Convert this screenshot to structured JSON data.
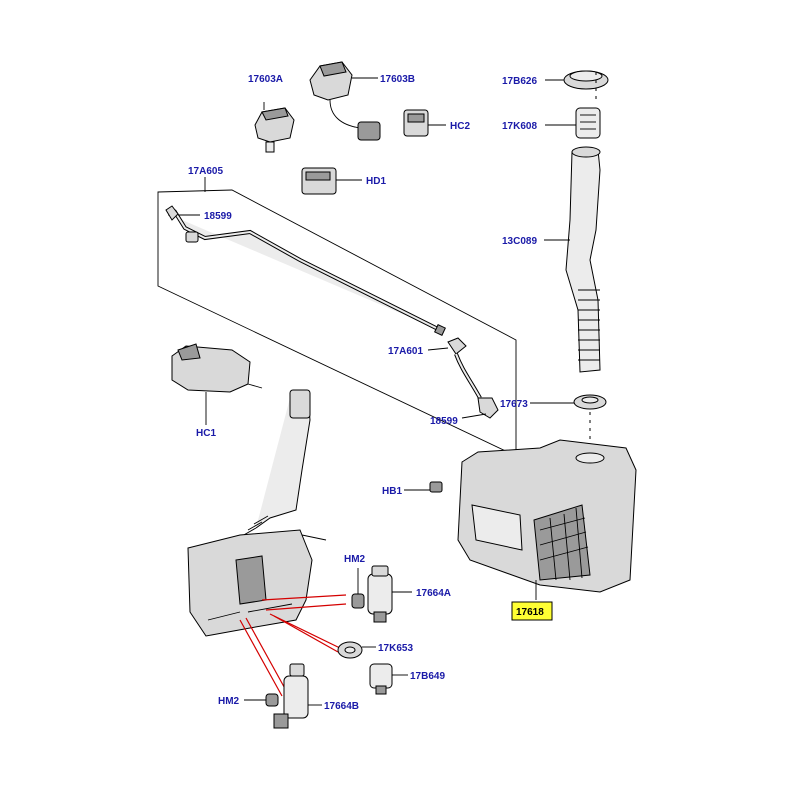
{
  "diagram": {
    "highlight_color": "#ffff33",
    "label_color": "#1a1aa8",
    "connector_color": "#d40000",
    "labels": {
      "l_17603A": "17603A",
      "l_17603B": "17603B",
      "l_HC2": "HC2",
      "l_HD1": "HD1",
      "l_17A605": "17A605",
      "l_18599a": "18599",
      "l_17A601": "17A601",
      "l_18599b": "18599",
      "l_HC1": "HC1",
      "l_17B626": "17B626",
      "l_17K608": "17K608",
      "l_13C089": "13C089",
      "l_17673": "17673",
      "l_HB1": "HB1",
      "l_17618": "17618",
      "l_HM2a": "HM2",
      "l_17664A": "17664A",
      "l_17K653": "17K653",
      "l_17B649": "17B649",
      "l_HM2b": "HM2",
      "l_17664B": "17664B"
    }
  }
}
